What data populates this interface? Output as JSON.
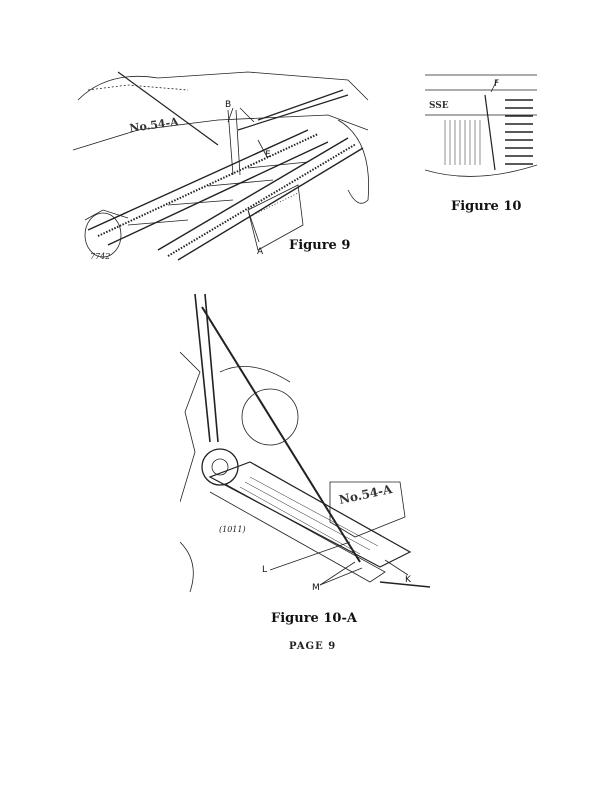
{
  "figures": [
    {
      "id": "fig9",
      "caption": "Figure 9",
      "ref_number": "7742",
      "stencil": "No.54-A",
      "callouts": [
        "B",
        "E",
        "A"
      ]
    },
    {
      "id": "fig10",
      "caption": "Figure 10",
      "stencil": "SSE",
      "callouts": [
        "F"
      ]
    },
    {
      "id": "fig10a",
      "caption": "Figure 10-A",
      "ref_number": "(1011)",
      "stencil": "No.54-A",
      "callouts": [
        "L",
        "M",
        "K"
      ]
    }
  ],
  "footer": {
    "page_label": "PAGE 9"
  }
}
